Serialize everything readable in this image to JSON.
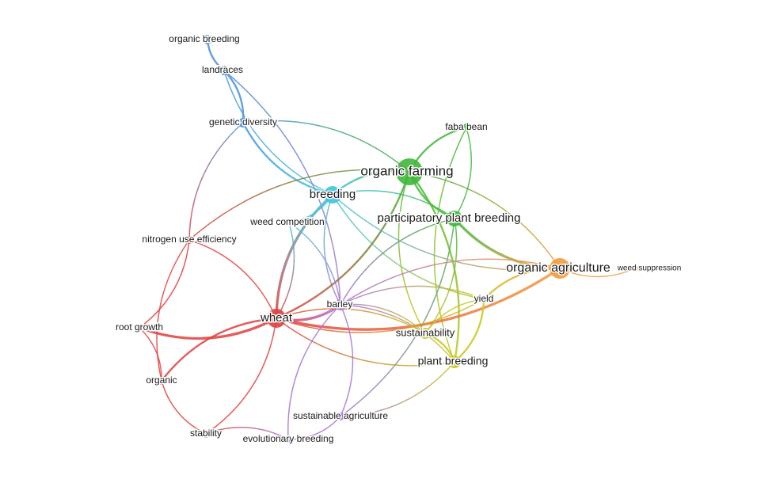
{
  "nodes": [
    {
      "id": "organic_breeding",
      "label": "organic breeding",
      "cluster": "blue",
      "weight": 1
    },
    {
      "id": "landraces",
      "label": "landraces",
      "cluster": "blue",
      "weight": 1
    },
    {
      "id": "genetic_diversity",
      "label": "genetic diversity",
      "cluster": "blue",
      "weight": 1
    },
    {
      "id": "breeding",
      "label": "breeding",
      "cluster": "cyan",
      "weight": 3
    },
    {
      "id": "weed_competition",
      "label": "weed competition",
      "cluster": "cyan",
      "weight": 1
    },
    {
      "id": "organic_farming",
      "label": "organic farming",
      "cluster": "green",
      "weight": 4
    },
    {
      "id": "faba_bean",
      "label": "faba bean",
      "cluster": "green",
      "weight": 1
    },
    {
      "id": "participatory_plant_breeding",
      "label": "participatory plant breeding",
      "cluster": "green",
      "weight": 3
    },
    {
      "id": "organic_agriculture",
      "label": "organic agriculture",
      "cluster": "orange",
      "weight": 4
    },
    {
      "id": "weed_suppression",
      "label": "weed suppression",
      "cluster": "orange",
      "weight": 0.5
    },
    {
      "id": "yield",
      "label": "yield",
      "cluster": "yellow",
      "weight": 1
    },
    {
      "id": "sustainability",
      "label": "sustainability",
      "cluster": "yellow",
      "weight": 2
    },
    {
      "id": "plant_breeding",
      "label": "plant breeding",
      "cluster": "yellow",
      "weight": 2
    },
    {
      "id": "wheat",
      "label": "wheat",
      "cluster": "red",
      "weight": 4
    },
    {
      "id": "barley",
      "label": "barley",
      "cluster": "purple",
      "weight": 2
    },
    {
      "id": "nitrogen_use_efficiency",
      "label": "nitrogen use efficiency",
      "cluster": "red",
      "weight": 1
    },
    {
      "id": "root_growth",
      "label": "root growth",
      "cluster": "red",
      "weight": 1
    },
    {
      "id": "organic",
      "label": "organic",
      "cluster": "red",
      "weight": 1
    },
    {
      "id": "stability",
      "label": "stability",
      "cluster": "red",
      "weight": 1
    },
    {
      "id": "evolutionary_breeding",
      "label": "evolutionary breeding",
      "cluster": "purple",
      "weight": 1
    },
    {
      "id": "sustainable_agriculture",
      "label": "sustainable agriculture",
      "cluster": "purple",
      "weight": 1
    }
  ],
  "links": [
    [
      "organic_breeding",
      "landraces",
      2
    ],
    [
      "landraces",
      "genetic_diversity",
      2
    ],
    [
      "landraces",
      "breeding",
      1
    ],
    [
      "landraces",
      "barley",
      1
    ],
    [
      "genetic_diversity",
      "breeding",
      2
    ],
    [
      "genetic_diversity",
      "organic_farming",
      1
    ],
    [
      "genetic_diversity",
      "nitrogen_use_efficiency",
      1
    ],
    [
      "breeding",
      "organic_farming",
      2
    ],
    [
      "breeding",
      "wheat",
      3
    ],
    [
      "breeding",
      "weed_competition",
      1
    ],
    [
      "breeding",
      "barley",
      1
    ],
    [
      "breeding",
      "participatory_plant_breeding",
      1
    ],
    [
      "breeding",
      "yield",
      1
    ],
    [
      "organic_farming",
      "faba_bean",
      2
    ],
    [
      "organic_farming",
      "participatory_plant_breeding",
      2
    ],
    [
      "organic_farming",
      "plant_breeding",
      2
    ],
    [
      "organic_farming",
      "sustainability",
      1
    ],
    [
      "organic_farming",
      "wheat",
      2
    ],
    [
      "organic_farming",
      "nitrogen_use_efficiency",
      1
    ],
    [
      "organic_farming",
      "organic_agriculture",
      1
    ],
    [
      "faba_bean",
      "plant_breeding",
      1
    ],
    [
      "faba_bean",
      "participatory_plant_breeding",
      1
    ],
    [
      "participatory_plant_breeding",
      "organic_agriculture",
      3
    ],
    [
      "participatory_plant_breeding",
      "sustainability",
      1
    ],
    [
      "participatory_plant_breeding",
      "barley",
      1
    ],
    [
      "participatory_plant_breeding",
      "sustainable_agriculture",
      1
    ],
    [
      "organic_agriculture",
      "weed_suppression",
      1
    ],
    [
      "organic_agriculture",
      "wheat",
      3
    ],
    [
      "organic_agriculture",
      "yield",
      2
    ],
    [
      "organic_agriculture",
      "breeding",
      1
    ],
    [
      "organic_agriculture",
      "barley",
      1
    ],
    [
      "yield",
      "plant_breeding",
      2
    ],
    [
      "yield",
      "sustainability",
      1
    ],
    [
      "yield",
      "wheat",
      1
    ],
    [
      "yield",
      "barley",
      1
    ],
    [
      "sustainability",
      "plant_breeding",
      2
    ],
    [
      "sustainability",
      "barley",
      1
    ],
    [
      "plant_breeding",
      "wheat",
      1
    ],
    [
      "plant_breeding",
      "barley",
      1
    ],
    [
      "plant_breeding",
      "sustainable_agriculture",
      1
    ],
    [
      "wheat",
      "barley",
      3
    ],
    [
      "wheat",
      "root_growth",
      3
    ],
    [
      "wheat",
      "organic",
      2
    ],
    [
      "wheat",
      "stability",
      1
    ],
    [
      "wheat",
      "nitrogen_use_efficiency",
      1
    ],
    [
      "wheat",
      "sustainability",
      1
    ],
    [
      "wheat",
      "weed_competition",
      1
    ],
    [
      "nitrogen_use_efficiency",
      "root_growth",
      1
    ],
    [
      "nitrogen_use_efficiency",
      "organic",
      1
    ],
    [
      "root_growth",
      "organic",
      1
    ],
    [
      "organic",
      "stability",
      1
    ],
    [
      "stability",
      "evolutionary_breeding",
      1
    ],
    [
      "evolutionary_breeding",
      "sustainable_agriculture",
      1
    ],
    [
      "evolutionary_breeding",
      "barley",
      1
    ],
    [
      "sustainable_agriculture",
      "barley",
      1
    ],
    [
      "weed_competition",
      "barley",
      1
    ]
  ],
  "cluster_colors": {
    "red": "#e0403f",
    "green": "#3fb83a",
    "blue": "#4a90d9",
    "cyan": "#3cc4e0",
    "orange": "#f39a3a",
    "yellow": "#c9c81e",
    "purple": "#a873d6"
  }
}
